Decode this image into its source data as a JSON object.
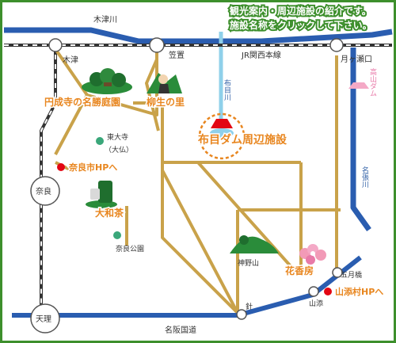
{
  "header": {
    "line1": "観光案内・周辺施設の紹介です。",
    "line2": "施設名称をクリックして下さい。"
  },
  "rivers": {
    "kizugawa": "木津川",
    "nunomegawa": "布目川",
    "nabarigawa": "名張川"
  },
  "railway": {
    "name": "JR関西本線"
  },
  "road": {
    "name": "名阪国道"
  },
  "places": {
    "kizu": "木津",
    "kasagi": "笠置",
    "tsukigase": "月ヶ瀬口",
    "nara": "奈良",
    "tenri": "天理",
    "todaiji": "東大寺",
    "daibutsu": "（大仏）",
    "nara_park": "奈良公園",
    "kamino_yama": "神野山",
    "hari": "針",
    "yamazoe": "山添",
    "gogatsubashi": "五月橋",
    "takayama_dam": "高山ダム"
  },
  "facilities": {
    "enjoji": "円成寺の名勝庭園",
    "yagyu": "柳生の里",
    "nunome_dam": "布目ダム周辺施設",
    "yamato_cha": "大和茶",
    "kakyo": "花香房"
  },
  "links": {
    "nara_city_hp": "奈良市HPへ",
    "yamazoe_hp": "山添村HPへ"
  },
  "colors": {
    "border": "#3d8f2c",
    "road": "#c9a24a",
    "river": "#2a5db0",
    "dam_water": "#8fd0ea",
    "accent_link": "#e8861f",
    "hp_dot": "#e30613",
    "rail": "#333333",
    "station_dot": "#3aa77a"
  }
}
